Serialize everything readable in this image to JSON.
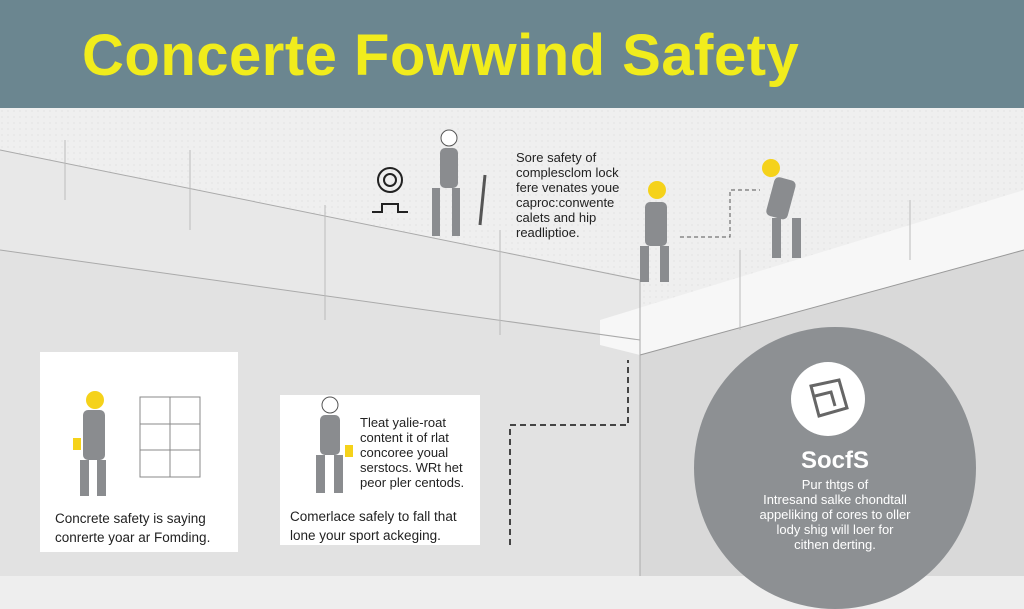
{
  "header": {
    "title": "Concerte Fowwind Safety"
  },
  "colors": {
    "header_bg": "#6b8690",
    "title": "#f1ec1c",
    "helmet": "#f5d21a",
    "worker": "#8a8c8f",
    "circle": "#8d9093"
  },
  "top_note": {
    "lines": [
      "Sore safety of",
      "complesclom lock",
      "fere venates youe",
      "caproc:conwente",
      "calets and hip",
      "readliptioe."
    ]
  },
  "card_left": {
    "caption": [
      "Concrete safety is saying",
      "conrerte yoar ar Fomding."
    ]
  },
  "card_middle": {
    "body": [
      "Tleat yalie-roat",
      "content it of rlat",
      "concoree youal",
      "serstocs. WRt het",
      "peor pler centods."
    ],
    "caption": [
      "Comerlace safely to fall that",
      "lone your sport ackeging."
    ]
  },
  "circle_panel": {
    "title": "SocfS",
    "body": [
      "Pur thtgs of",
      "Intresand salke chondtall",
      "appeliking of cores to oller",
      "lody shig will loer for",
      "cithen derting."
    ]
  }
}
